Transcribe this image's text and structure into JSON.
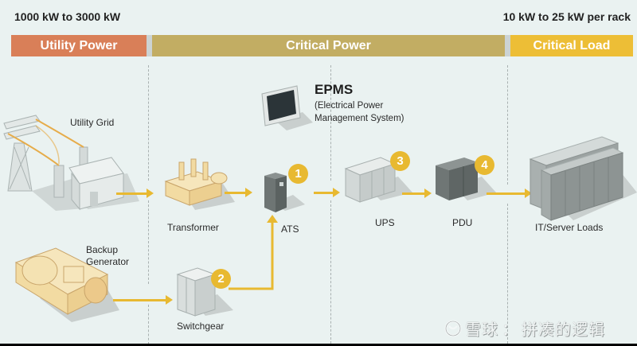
{
  "ranges": {
    "left": "1000 kW to 3000 kW",
    "right": "10 kW to 25 kW per rack"
  },
  "bands": [
    {
      "label": "Utility Power",
      "color": "#d97f58"
    },
    {
      "label": "Critical Power",
      "color": "#c2ad63"
    },
    {
      "label": "Critical Load",
      "color": "#edbe36"
    }
  ],
  "colors": {
    "arrow": "#e8b931",
    "background": "#eaf2f1",
    "badge": "#e8b931"
  },
  "epms": {
    "title": "EPMS",
    "line1": "(Electrical Power",
    "line2": "Management System)",
    "icon": "monitor-icon"
  },
  "components": [
    {
      "id": "utility-grid",
      "label": "Utility Grid",
      "icon": "power-tower-icon"
    },
    {
      "id": "backup-generator",
      "label_line1": "Backup",
      "label_line2": "Generator",
      "icon": "generator-icon"
    },
    {
      "id": "transformer",
      "label": "Transformer",
      "icon": "transformer-icon"
    },
    {
      "id": "switchgear",
      "label": "Switchgear",
      "badge": "2",
      "icon": "switchgear-icon"
    },
    {
      "id": "ats",
      "label": "ATS",
      "badge": "1",
      "icon": "ats-cabinet-icon"
    },
    {
      "id": "ups",
      "label": "UPS",
      "badge": "3",
      "icon": "ups-cabinet-icon"
    },
    {
      "id": "pdu",
      "label": "PDU",
      "badge": "4",
      "icon": "pdu-cabinet-icon"
    },
    {
      "id": "it-loads",
      "label": "IT/Server Loads",
      "icon": "server-racks-icon"
    }
  ],
  "watermark": {
    "brand": "雪球",
    "separator": "：",
    "author": "拼凑的逻辑"
  }
}
